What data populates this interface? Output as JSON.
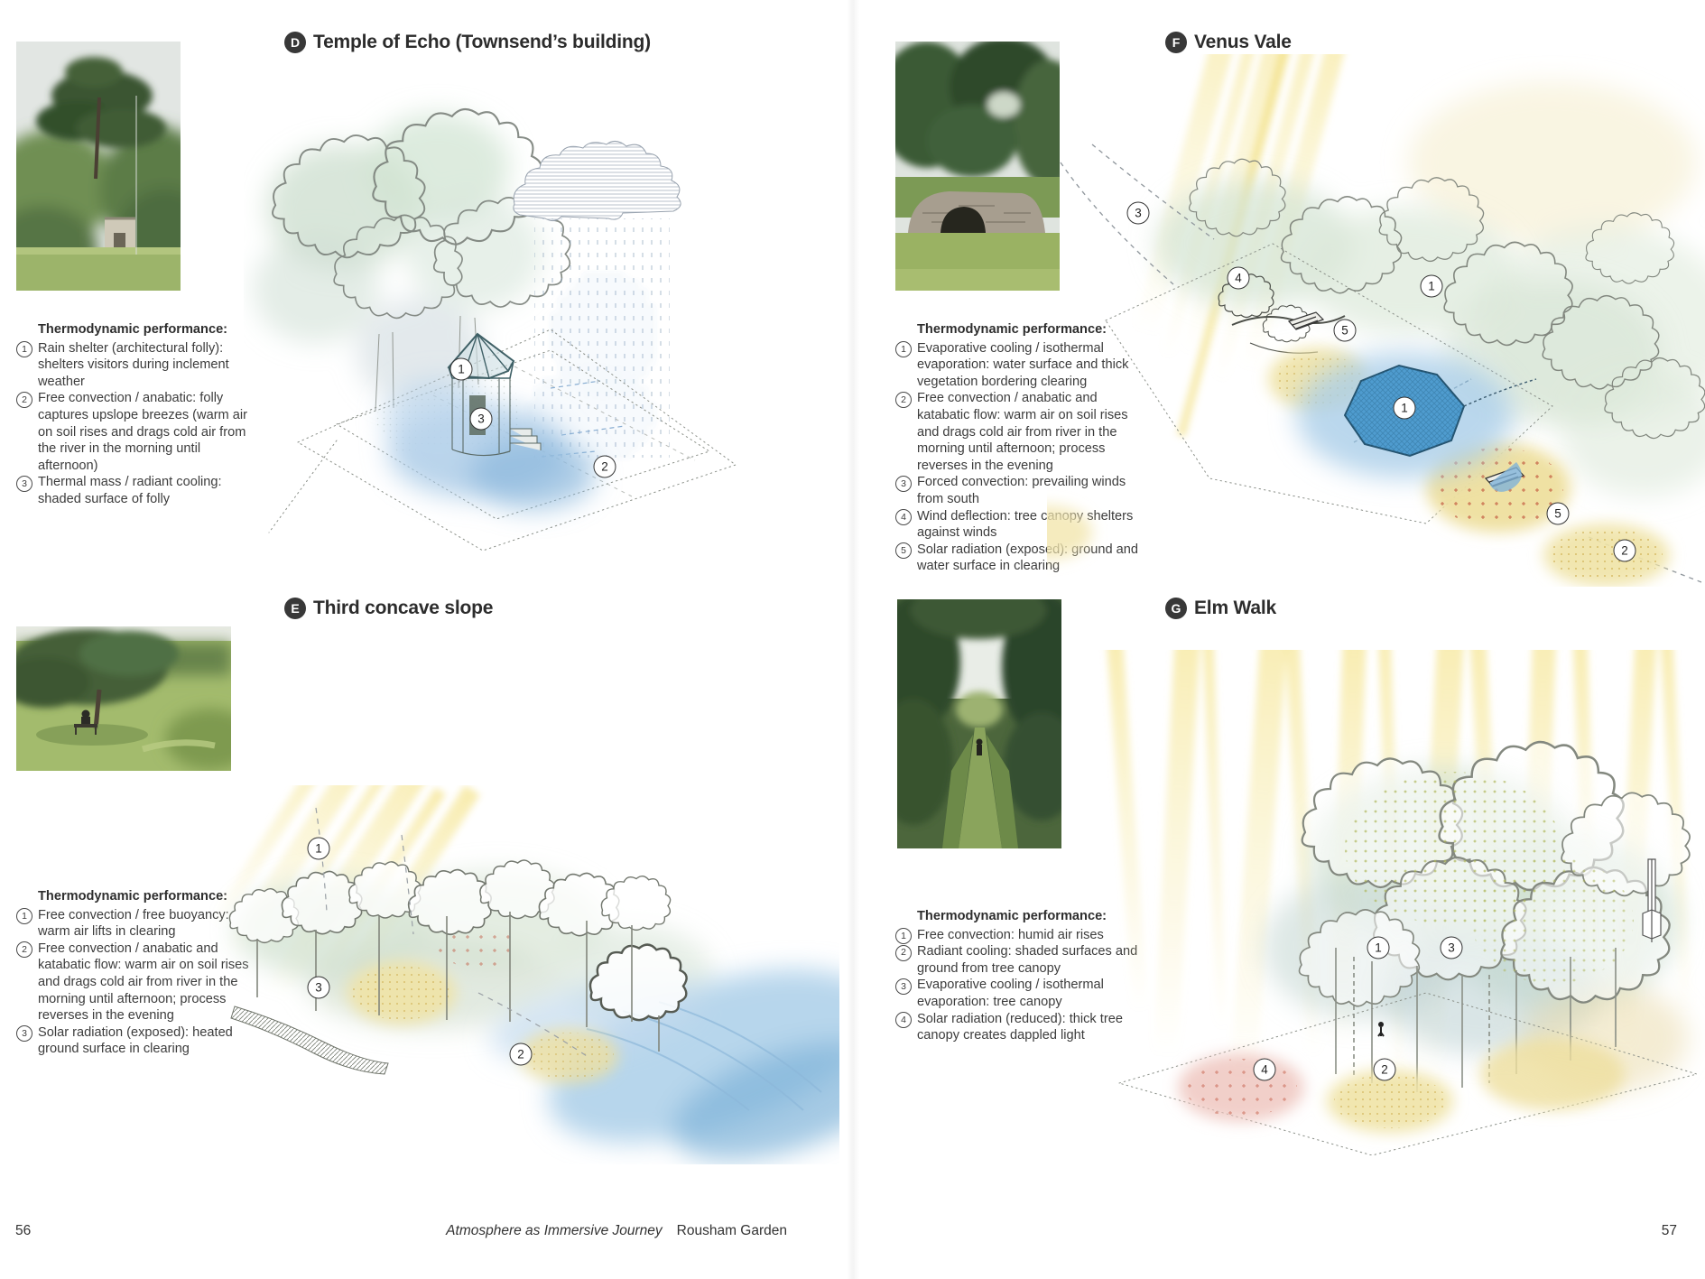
{
  "footer": {
    "page_left": "56",
    "book_title": "Atmosphere as Immersive Journey",
    "chapter": "Rousham Garden",
    "page_right": "57"
  },
  "sections": [
    {
      "letter": "D",
      "title": "Temple of Echo (Townsend’s building)",
      "perf_heading": "Thermodynamic performance:",
      "items": [
        {
          "num": "1",
          "text": "Rain shelter (architectural folly): shelters visitors during inclement weather"
        },
        {
          "num": "2",
          "text": "Free convection / anabatic: folly captures upslope breezes (warm air on soil rises and drags cold air from the river in the morning until afternoon)"
        },
        {
          "num": "3",
          "text": "Thermal mass / radiant cooling: shaded surface of folly"
        }
      ],
      "markers": [
        {
          "label": "1"
        },
        {
          "label": "3"
        },
        {
          "label": "2"
        }
      ]
    },
    {
      "letter": "E",
      "title": "Third concave slope",
      "perf_heading": "Thermodynamic performance:",
      "items": [
        {
          "num": "1",
          "text": "Free convection / free buoyancy: warm air lifts in clearing"
        },
        {
          "num": "2",
          "text": "Free convection / anabatic and katabatic flow: warm air on soil rises and drags cold air from river in the morning until afternoon; process reverses in the evening"
        },
        {
          "num": "3",
          "text": "Solar radiation (exposed): heated ground surface in clearing"
        }
      ],
      "markers": [
        {
          "label": "1"
        },
        {
          "label": "3"
        },
        {
          "label": "2"
        }
      ]
    },
    {
      "letter": "F",
      "title": "Venus Vale",
      "perf_heading": "Thermodynamic performance:",
      "items": [
        {
          "num": "1",
          "text": "Evaporative cooling / isothermal evaporation: water surface and thick vegetation bordering clearing"
        },
        {
          "num": "2",
          "text": "Free convection / anabatic and katabatic flow: warm air on soil rises and drags cold air from river in the morning until afternoon; process reverses in the evening"
        },
        {
          "num": "3",
          "text": "Forced convection: prevailing winds from south"
        },
        {
          "num": "4",
          "text": "Wind deflection: tree canopy shelters against winds"
        },
        {
          "num": "5",
          "text": "Solar radiation (exposed): ground and water surface in clearing"
        }
      ],
      "markers": [
        {
          "label": "3"
        },
        {
          "label": "4"
        },
        {
          "label": "1"
        },
        {
          "label": "5"
        },
        {
          "label": "1"
        },
        {
          "label": "5"
        },
        {
          "label": "2"
        }
      ]
    },
    {
      "letter": "G",
      "title": "Elm Walk",
      "perf_heading": "Thermodynamic performance:",
      "items": [
        {
          "num": "1",
          "text": "Free convection: humid air rises"
        },
        {
          "num": "2",
          "text": "Radiant cooling: shaded surfaces and ground from tree canopy"
        },
        {
          "num": "3",
          "text": "Evaporative cooling / isothermal evaporation: tree canopy"
        },
        {
          "num": "4",
          "text": "Solar radiation (reduced): thick tree canopy creates dappled light"
        }
      ],
      "markers": [
        {
          "label": "1"
        },
        {
          "label": "3"
        },
        {
          "label": "2"
        },
        {
          "label": "4"
        }
      ]
    }
  ],
  "colors": {
    "badge": "#383838",
    "pond": "#4f9ccf",
    "sun": "#f3de6e",
    "wash_green": "#c9dccb",
    "wash_blue": "#9cc4e4",
    "rain_dot": "#4a86c8",
    "accent_red": "#c05038"
  }
}
